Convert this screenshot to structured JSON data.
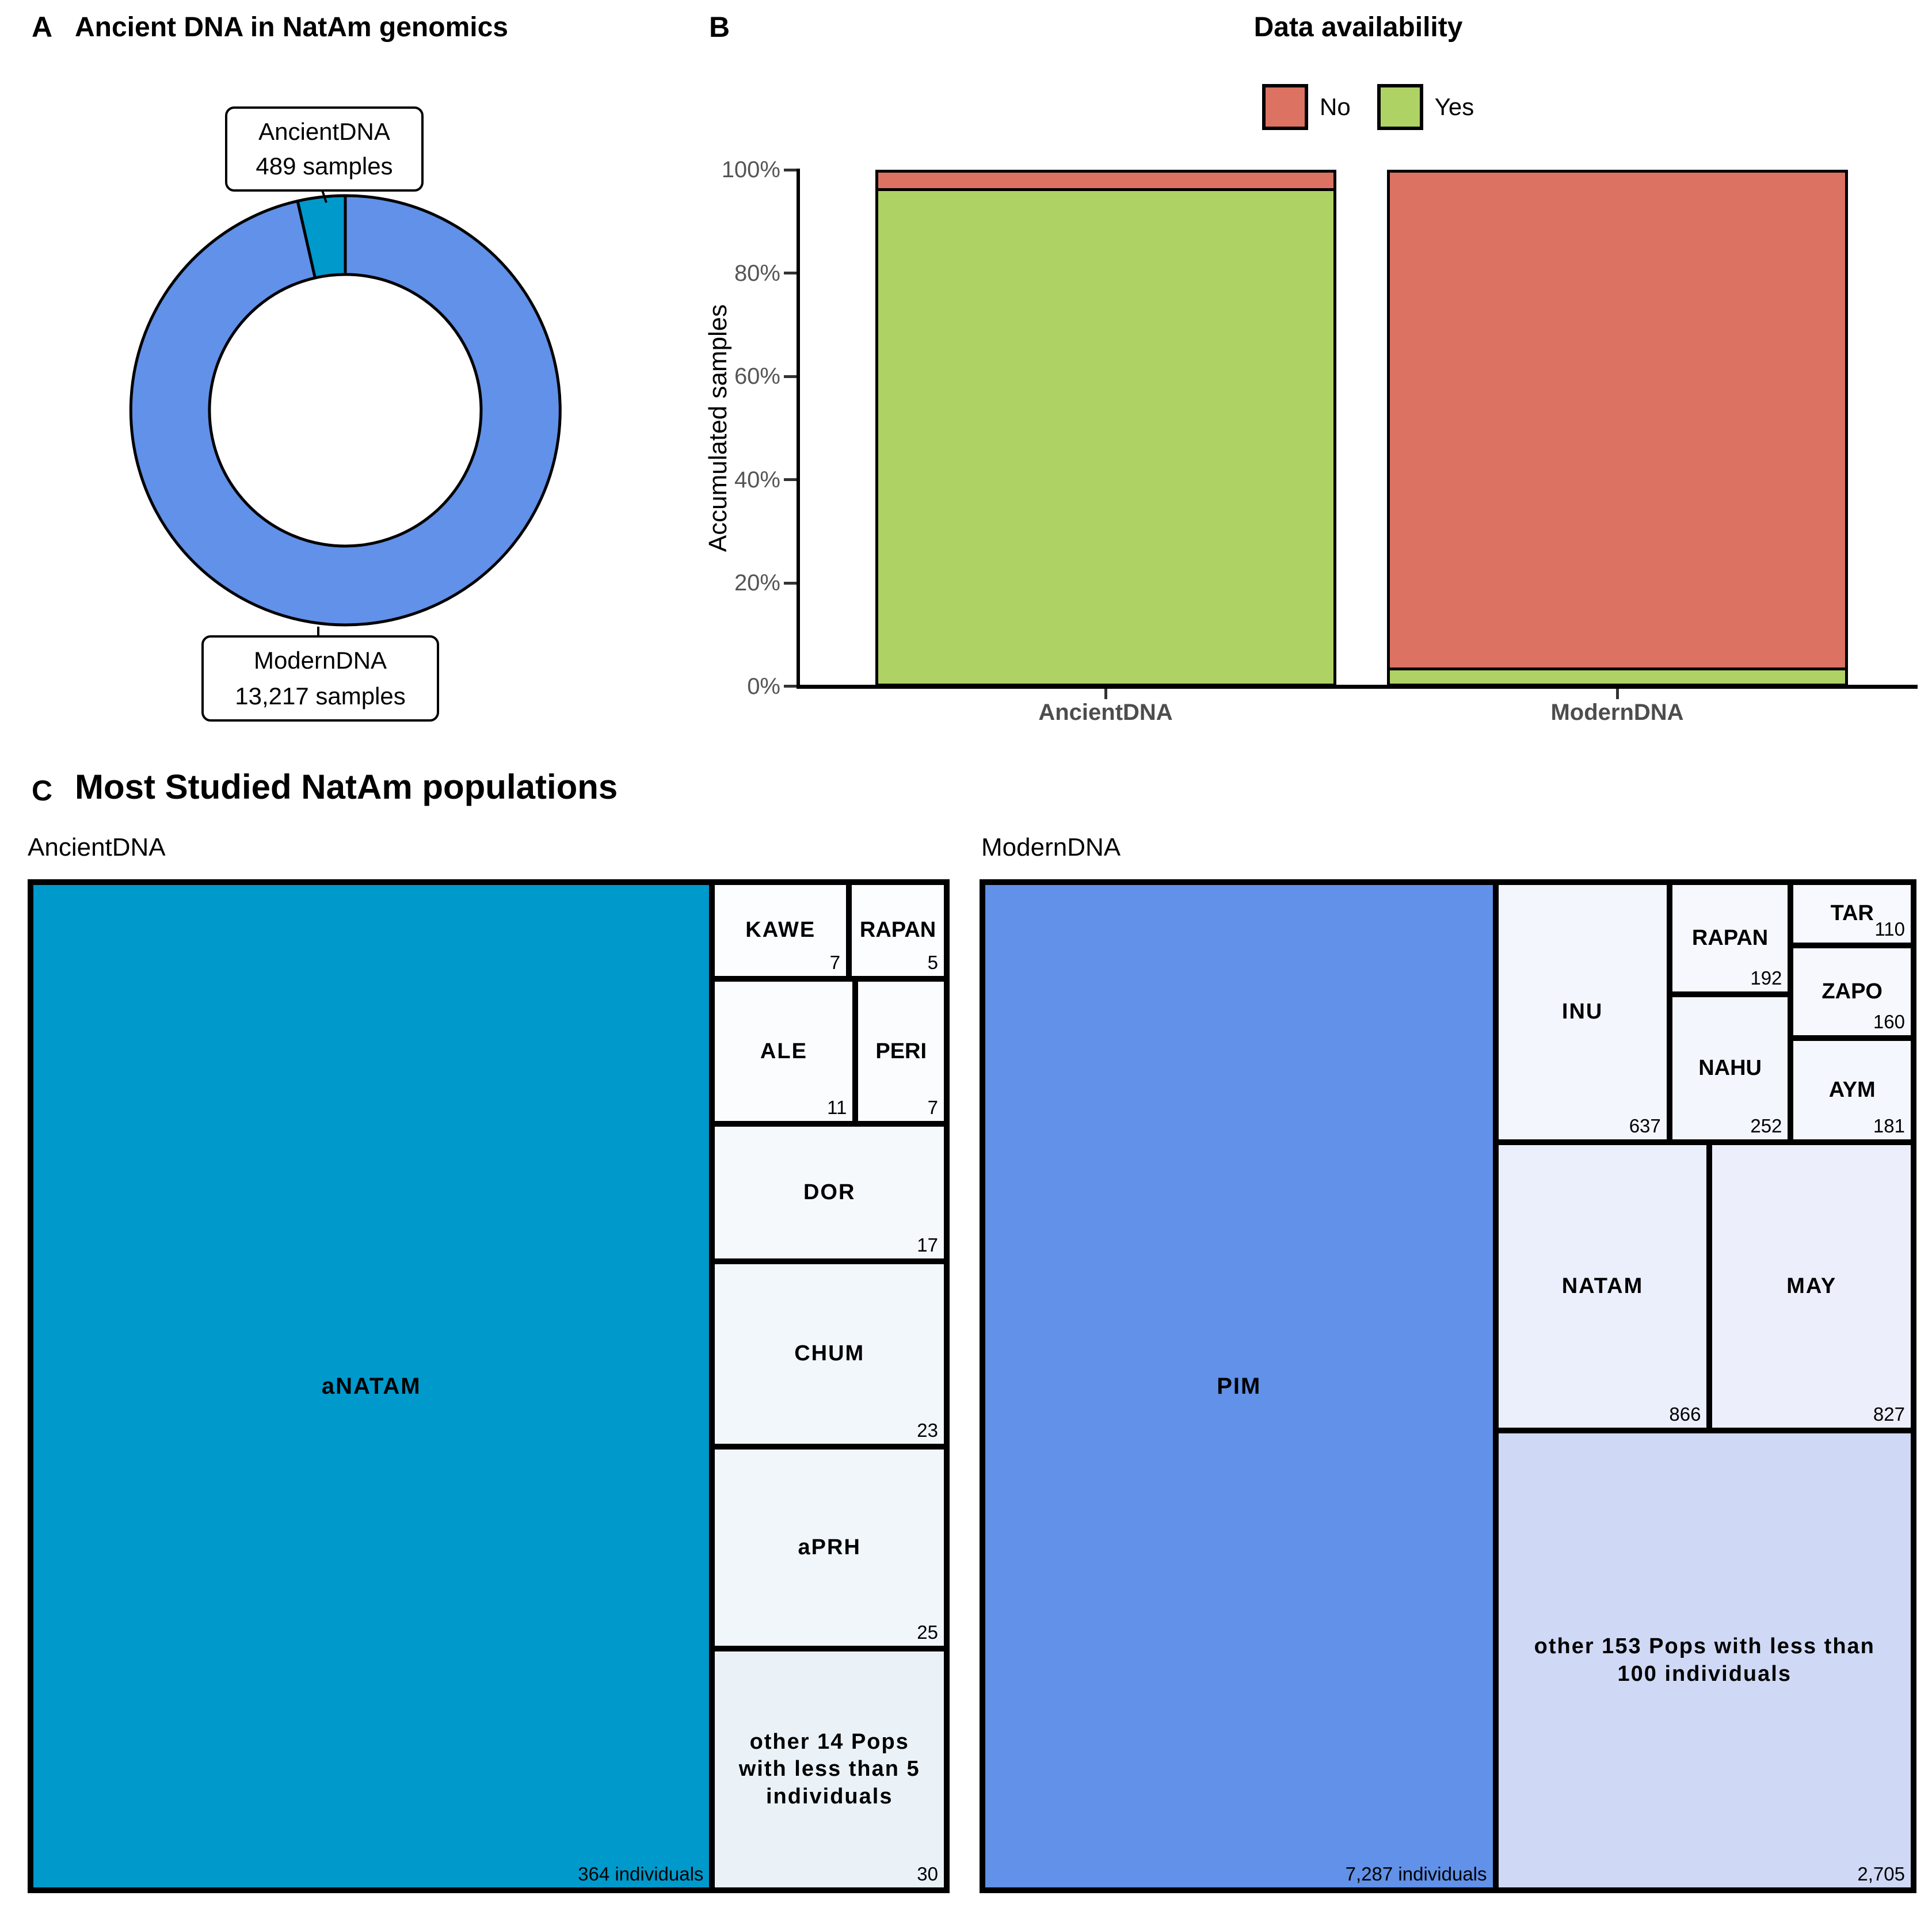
{
  "panelA": {
    "label": "A",
    "title": "Ancient DNA in NatAm genomics",
    "callout_ancient": {
      "line1": "AncientDNA",
      "line2": "489 samples"
    },
    "callout_modern": {
      "line1": "ModernDNA",
      "line2": "13,217 samples"
    }
  },
  "panelB": {
    "label": "B",
    "title": "Data availability",
    "legend": {
      "no": "No",
      "yes": "Yes"
    },
    "ylabel": "Accumulated samples",
    "yticks": {
      "t100": "100%",
      "t80": "80%",
      "t60": "60%",
      "t40": "40%",
      "t20": "20%",
      "t0": "0%"
    },
    "xcats": {
      "ancient": "AncientDNA",
      "modern": "ModernDNA"
    }
  },
  "panelC": {
    "label": "C",
    "title": "Most Studied NatAm populations",
    "ancient": {
      "subtitle": "AncientDNA",
      "anatam": {
        "name": "aNATAM",
        "value": "364 individuals"
      },
      "kawe": {
        "name": "KAWE",
        "value": "7"
      },
      "rapan": {
        "name": "RAPAN",
        "value": "5"
      },
      "ale": {
        "name": "ALE",
        "value": "11"
      },
      "peri": {
        "name": "PERI",
        "value": "7"
      },
      "dor": {
        "name": "DOR",
        "value": "17"
      },
      "chum": {
        "name": "CHUM",
        "value": "23"
      },
      "aprh": {
        "name": "aPRH",
        "value": "25"
      },
      "other": {
        "name": "other 14 Pops with less than 5 individuals",
        "value": "30"
      }
    },
    "modern": {
      "subtitle": "ModernDNA",
      "pim": {
        "name": "PIM",
        "value": "7,287 individuals"
      },
      "inu": {
        "name": "INU",
        "value": "637"
      },
      "rapan": {
        "name": "RAPAN",
        "value": "192"
      },
      "nahu": {
        "name": "NAHU",
        "value": "252"
      },
      "tar": {
        "name": "TAR",
        "value": "110"
      },
      "zapo": {
        "name": "ZAPO",
        "value": "160"
      },
      "aym": {
        "name": "AYM",
        "value": "181"
      },
      "natam": {
        "name": "NATAM",
        "value": "866"
      },
      "may": {
        "name": "MAY",
        "value": "827"
      },
      "other": {
        "name": "other 153 Pops with less than 100 individuals",
        "value": "2,705"
      }
    }
  },
  "colors": {
    "ancient_teal": "#0099CB",
    "modern_blue": "#6191E8",
    "no_red": "#DC7262",
    "yes_green": "#AFD264"
  },
  "chart_data": [
    {
      "type": "pie",
      "subtype": "donut",
      "title": "Ancient DNA in NatAm genomics",
      "labels": [
        "AncientDNA",
        "ModernDNA"
      ],
      "values": [
        489,
        13217
      ],
      "value_labels": [
        "489 samples",
        "13,217 samples"
      ],
      "colors": [
        "#0099CB",
        "#6191E8"
      ]
    },
    {
      "type": "bar",
      "stacked": true,
      "title": "Data availability",
      "categories": [
        "AncientDNA",
        "ModernDNA"
      ],
      "series": [
        {
          "name": "No",
          "color": "#DC7262",
          "values_pct": [
            3.6,
            96.5
          ]
        },
        {
          "name": "Yes",
          "color": "#AFD264",
          "values_pct": [
            96.4,
            3.5
          ]
        }
      ],
      "ylabel": "Accumulated samples",
      "ylim": [
        0,
        100
      ],
      "yticks": [
        "0%",
        "20%",
        "40%",
        "60%",
        "80%",
        "100%"
      ],
      "legend_position": "top",
      "grid": false
    },
    {
      "type": "treemap",
      "title": "Most Studied NatAm populations",
      "groups": [
        {
          "name": "AncientDNA",
          "total": 489,
          "items": [
            {
              "name": "aNATAM",
              "value": 364
            },
            {
              "name": "KAWE",
              "value": 7
            },
            {
              "name": "RAPAN",
              "value": 5
            },
            {
              "name": "ALE",
              "value": 11
            },
            {
              "name": "PERI",
              "value": 7
            },
            {
              "name": "DOR",
              "value": 17
            },
            {
              "name": "CHUM",
              "value": 23
            },
            {
              "name": "aPRH",
              "value": 25
            },
            {
              "name": "other 14 Pops with less than 5 individuals",
              "value": 30
            }
          ]
        },
        {
          "name": "ModernDNA",
          "total": 13217,
          "items": [
            {
              "name": "PIM",
              "value": 7287
            },
            {
              "name": "INU",
              "value": 637
            },
            {
              "name": "RAPAN",
              "value": 192
            },
            {
              "name": "NAHU",
              "value": 252
            },
            {
              "name": "TAR",
              "value": 110
            },
            {
              "name": "ZAPO",
              "value": 160
            },
            {
              "name": "AYM",
              "value": 181
            },
            {
              "name": "NATAM",
              "value": 866
            },
            {
              "name": "MAY",
              "value": 827
            },
            {
              "name": "other 153 Pops with less than 100 individuals",
              "value": 2705
            }
          ]
        }
      ]
    }
  ]
}
